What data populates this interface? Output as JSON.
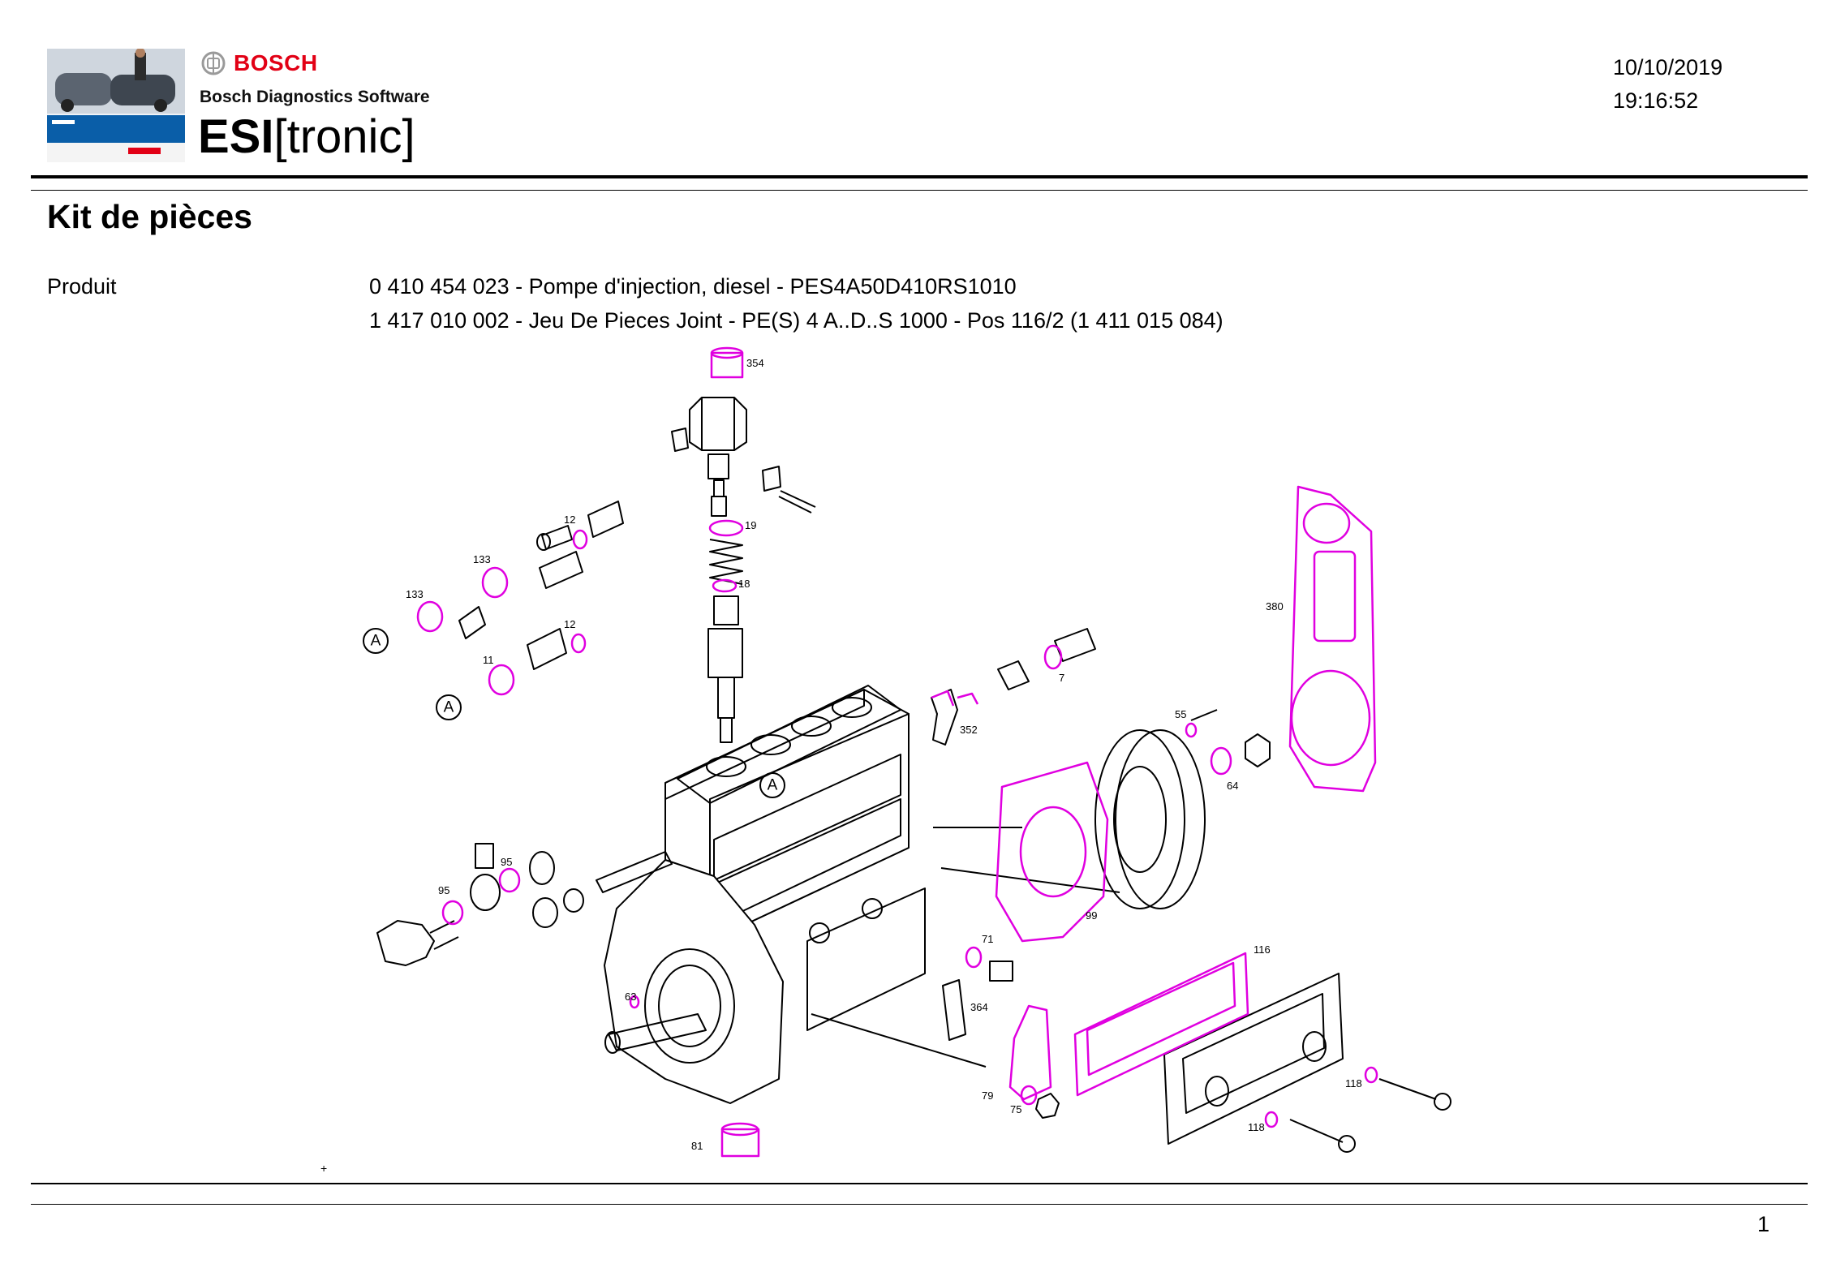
{
  "header": {
    "brand": "BOSCH",
    "software_name": "Bosch Diagnostics Software",
    "logo_esi": "ESI",
    "logo_tronic": "[tronic]",
    "date": "10/10/2019",
    "time": "19:16:52"
  },
  "title": "Kit de pièces",
  "produit": {
    "label": "Produit",
    "line1": "0 410 454 023 - Pompe d'injection, diesel - PES4A50D410RS1010",
    "line2": "1 417 010 002 - Jeu De Pieces Joint - PE(S) 4 A..D..S 1000 - Pos 116/2 (1 411 015 084)"
  },
  "diagram": {
    "callouts": [
      "354",
      "19",
      "18",
      "12",
      "133",
      "133",
      "12",
      "11",
      "7",
      "352",
      "55",
      "64",
      "380",
      "99",
      "95",
      "95",
      "71",
      "364",
      "63",
      "116",
      "79",
      "75",
      "118",
      "118",
      "81"
    ],
    "circled_letters": [
      "A",
      "A",
      "A"
    ],
    "colors": {
      "highlight": "#e000e0",
      "line": "#000000"
    }
  },
  "footer": {
    "mark": "+",
    "page_number": "1"
  }
}
